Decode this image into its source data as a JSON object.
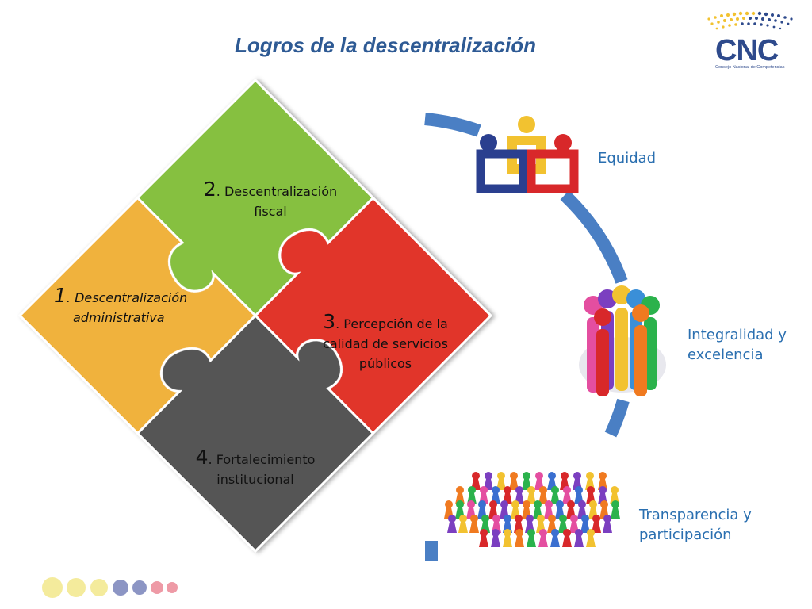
{
  "slide": {
    "title": "Logros de la descentralización"
  },
  "logo": {
    "text": "CNC",
    "subtitle": "Consejo Nacional de Competencias"
  },
  "puzzle": {
    "pieces": [
      {
        "number": "1",
        "text_line1": ". Descentralización",
        "text_line2": "administrativa",
        "color": "#f0b23c"
      },
      {
        "number": "2",
        "text_line1": ". Descentralización",
        "text_line2": "fiscal",
        "color": "#86c040"
      },
      {
        "number": "3",
        "text_line1": ". Percepción de la",
        "text_line2": "calidad de  servicios",
        "text_line3": "públicos",
        "color": "#e1362c"
      },
      {
        "number": "4",
        "text_line1": ". Fortalecimiento",
        "text_line2": "institucional",
        "color": "#555555"
      }
    ]
  },
  "outcomes": [
    {
      "label": "Equidad",
      "icon": "equity-figures-icon"
    },
    {
      "label_line1": "Integralidad y",
      "label_line2": "excelencia",
      "icon": "people-embrace-icon"
    },
    {
      "label_line1": "Transparencia y",
      "label_line2": "participación",
      "icon": "crowd-pawns-icon"
    }
  ],
  "colors": {
    "title": "#2e5a94",
    "arc": "#4a7fc4",
    "outcome_text": "#2a6fb0"
  }
}
